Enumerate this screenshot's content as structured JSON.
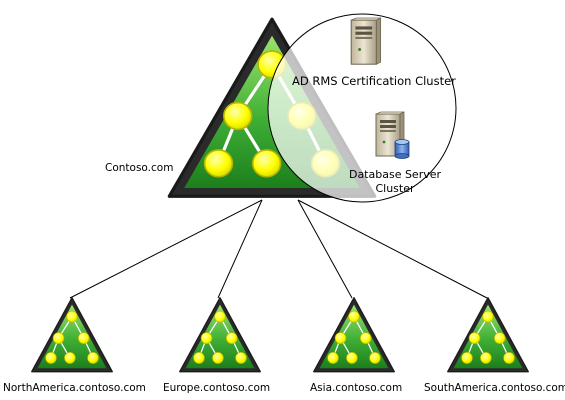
{
  "diagram": {
    "root_domain": "Contoso.com",
    "child_domains": [
      "NorthAmerica.contoso.com",
      "Europe.contoso.com",
      "Asia.contoso.com",
      "SouthAmerica.contoso.com"
    ],
    "clusters": {
      "certification": "AD RMS Certification Cluster",
      "database_line1": "Database Server",
      "database_line2": "Cluster"
    },
    "icons": [
      "domain-tree-icon",
      "server-icon",
      "database-server-icon"
    ],
    "colors": {
      "triangle_outer": "#2c2c2c",
      "triangle_green_dark": "#1f8a1f",
      "triangle_green_light": "#7ed957",
      "node_yellow": "#ffff00",
      "node_outline": "#c8c800",
      "server_body": "#d8cfb8",
      "database_blue": "#4a78c8"
    }
  }
}
